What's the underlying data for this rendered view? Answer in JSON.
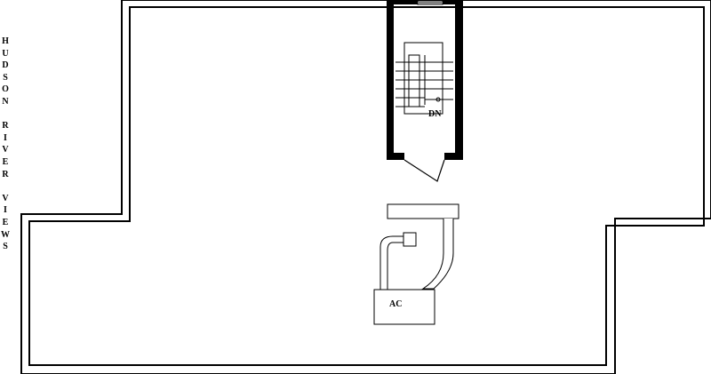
{
  "side_label": "HUDSON RIVER VIEWS",
  "labels": {
    "stair_direction": "DN",
    "ac_unit": "AC"
  },
  "colors": {
    "line": "#000000",
    "background": "#ffffff"
  }
}
